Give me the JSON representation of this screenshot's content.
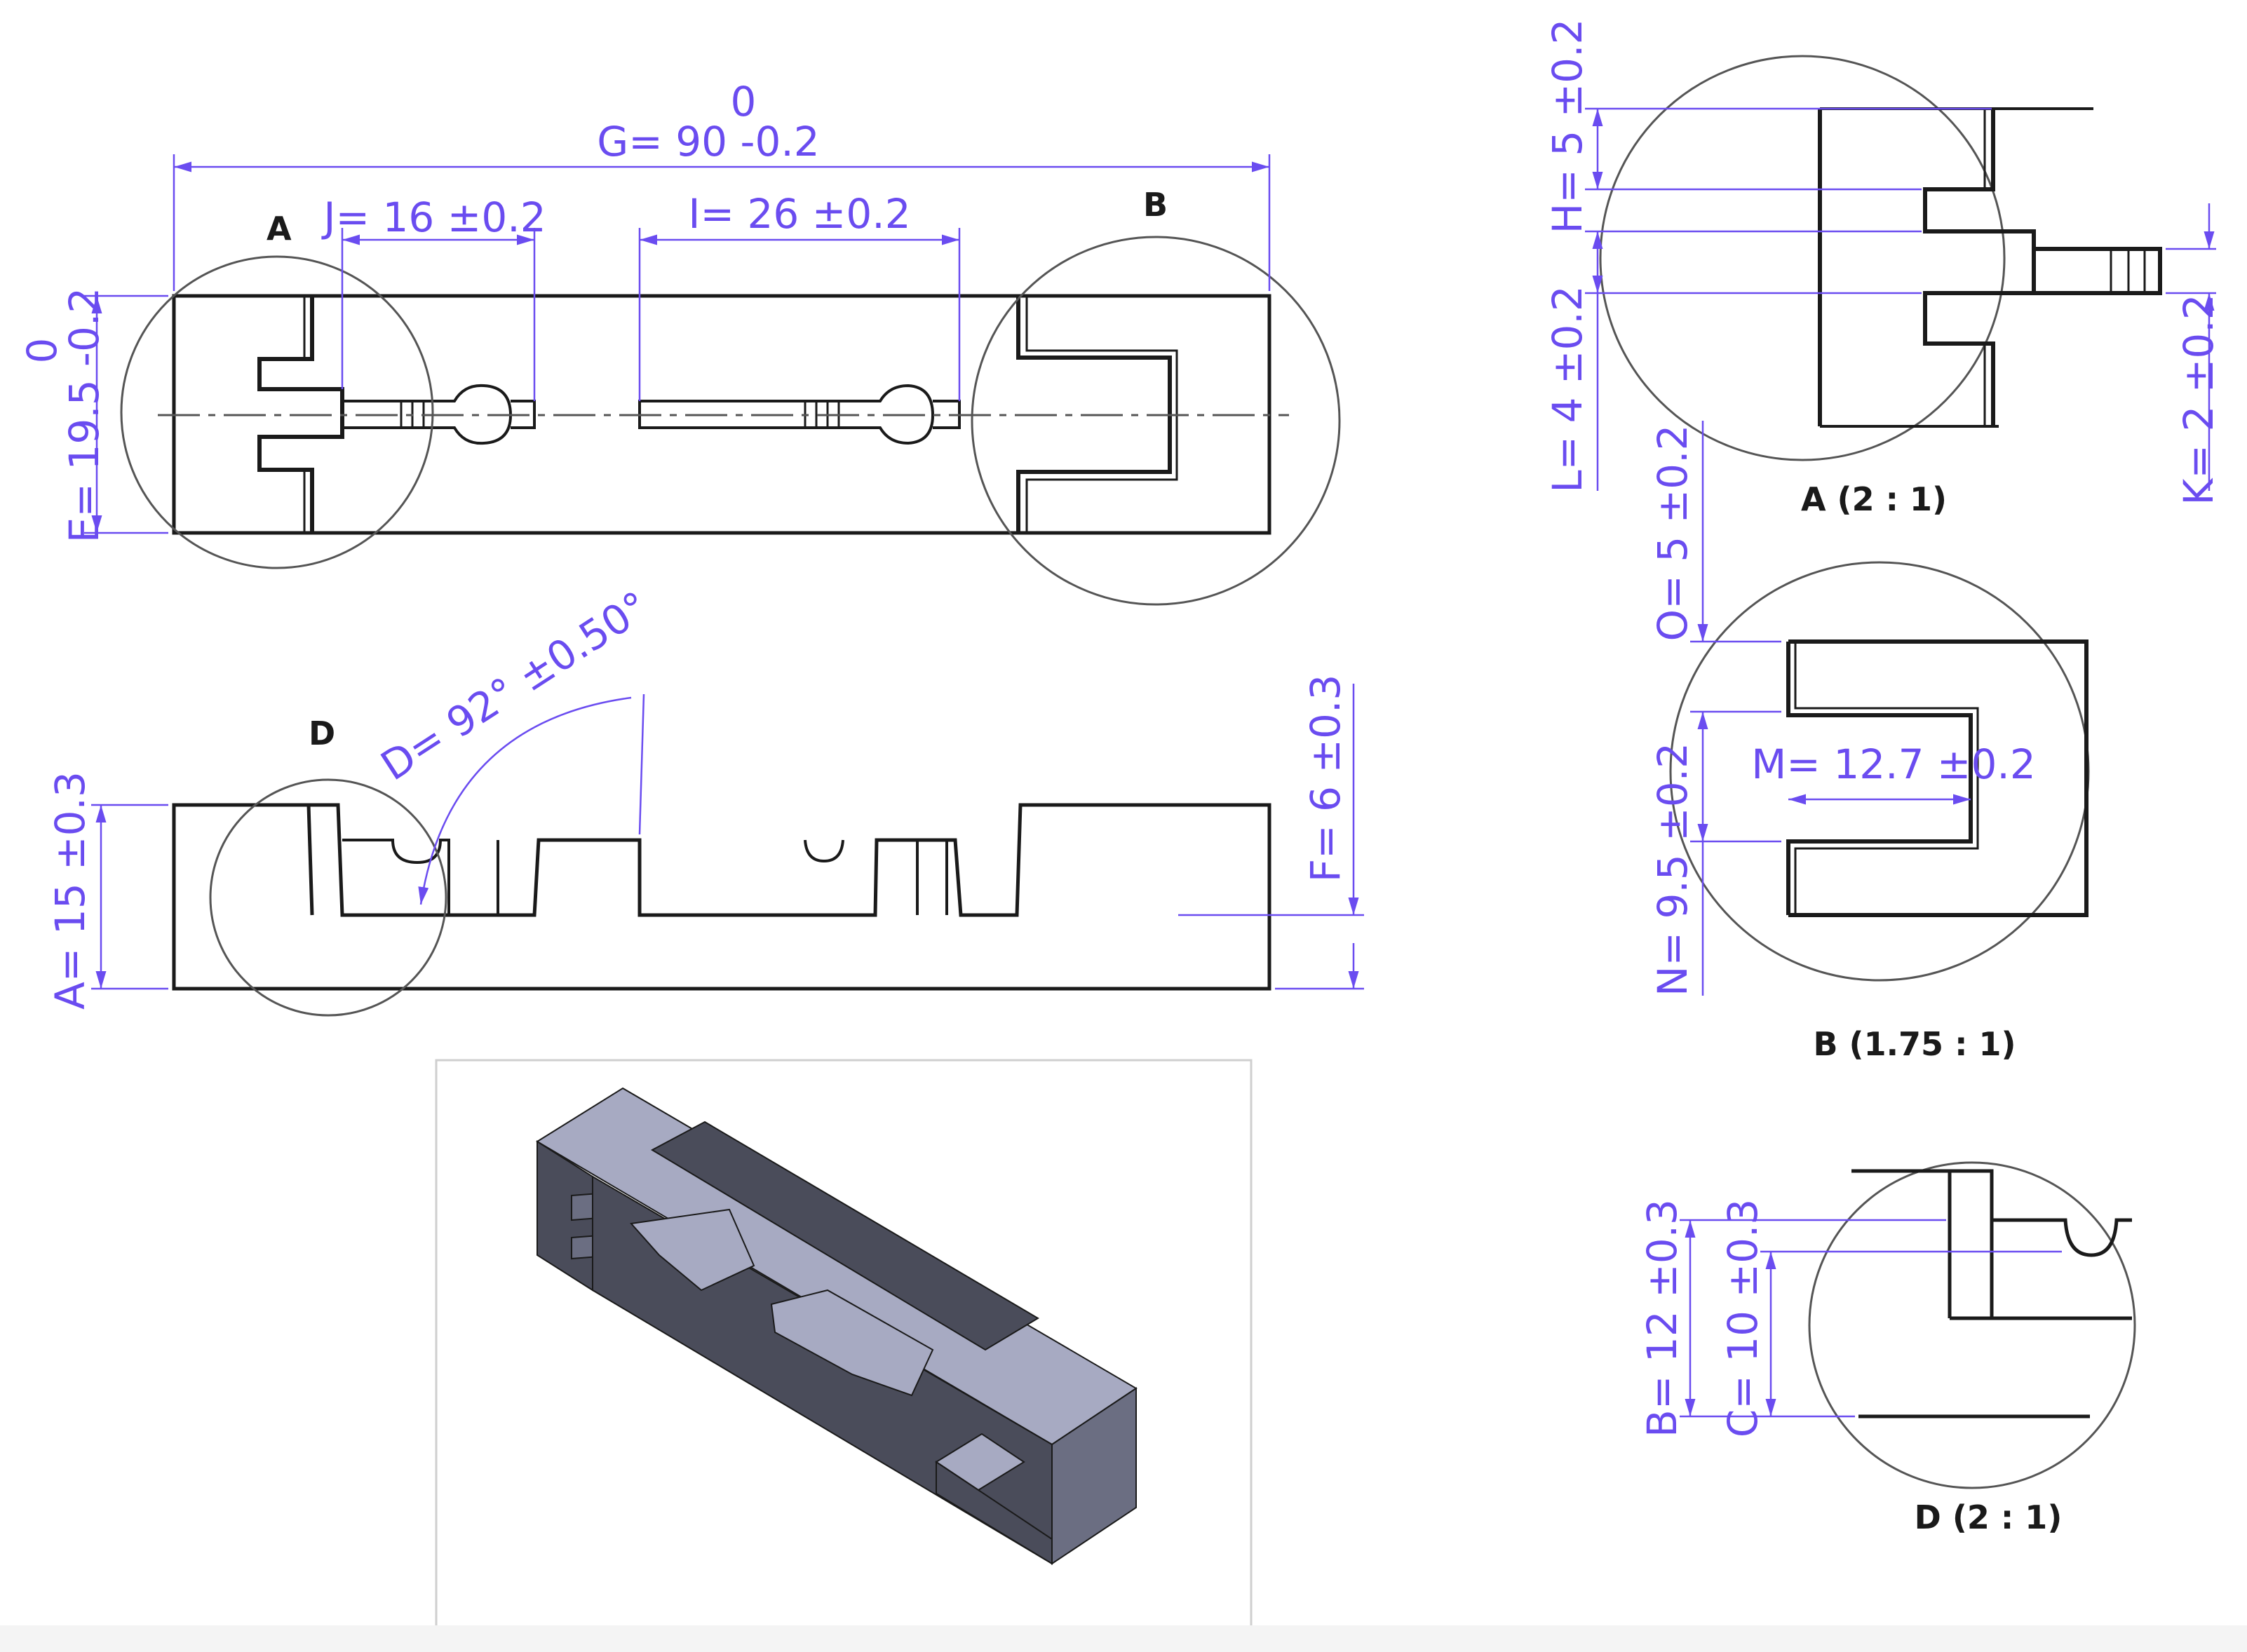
{
  "colors": {
    "geometry": "#1a1a1a",
    "dimension": "#6a4cf0",
    "thin": "#555555",
    "iso_dark": "#4a4c5a",
    "iso_mid": "#6b6e82",
    "iso_light": "#a7aac2",
    "frame": "#cfcfcf"
  },
  "dims": {
    "g_top": "0",
    "g": "G= 90 -0.2",
    "j": "J= 16 ±0.2",
    "i": "I= 26 ±0.2",
    "e_top": "0",
    "e": "E= 19.5 -0.2",
    "d_angle": "D= 92° ±0.50°",
    "a": "A= 15 ±0.3",
    "f": "F= 6 ±0.3",
    "h": "H= 5 ±0.2",
    "l": "L= 4 ±0.2",
    "k": "K= 2 ±0.2",
    "o": "O= 5 ±0.2",
    "m": "M= 12.7 ±0.2",
    "n": "N= 9.5 ±0.2",
    "b": "B= 12 ±0.3",
    "c": "C= 10 ±0.3"
  },
  "labels": {
    "circle_a": "A",
    "circle_b": "B",
    "circle_d": "D",
    "detail_a": "A (2 : 1)",
    "detail_b": "B (1.75 : 1)",
    "detail_d": "D (2 : 1)"
  }
}
